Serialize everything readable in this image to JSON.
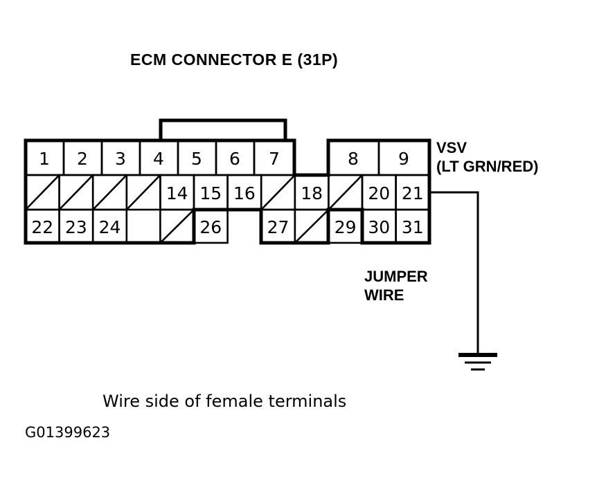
{
  "figure": {
    "title": "ECM CONNECTOR E (31P)",
    "caption": "Wire side of female terminals",
    "figure_id": "G01399623",
    "colors": {
      "line": "#000000",
      "background": "#ffffff"
    }
  },
  "labels": {
    "vsv_name": "VSV",
    "vsv_wire_color": "(LT GRN/RED)",
    "jumper_line1": "JUMPER",
    "jumper_line2": "WIRE"
  },
  "connector": {
    "name": "ECM CONNECTOR E",
    "pin_count_label": "31P",
    "rows": [
      {
        "row": 1,
        "cells": [
          {
            "label": "1",
            "blank": false
          },
          {
            "label": "2",
            "blank": false
          },
          {
            "label": "3",
            "blank": false
          },
          {
            "label": "4",
            "blank": false
          },
          {
            "label": "5",
            "blank": false
          },
          {
            "label": "6",
            "blank": false
          },
          {
            "label": "7",
            "blank": false
          },
          {
            "label": "",
            "blank": true,
            "notch": true
          },
          {
            "label": "8",
            "blank": false
          },
          {
            "label": "9",
            "blank": false
          }
        ]
      },
      {
        "row": 2,
        "cells": [
          {
            "label": "",
            "blank": true
          },
          {
            "label": "",
            "blank": true
          },
          {
            "label": "",
            "blank": true
          },
          {
            "label": "",
            "blank": true
          },
          {
            "label": "14",
            "blank": false
          },
          {
            "label": "15",
            "blank": false
          },
          {
            "label": "16",
            "blank": false
          },
          {
            "label": "",
            "blank": true
          },
          {
            "label": "18",
            "blank": false
          },
          {
            "label": "",
            "blank": true
          },
          {
            "label": "20",
            "blank": false
          },
          {
            "label": "21",
            "blank": false
          }
        ]
      },
      {
        "row": 3,
        "cells": [
          {
            "label": "22",
            "blank": false
          },
          {
            "label": "23",
            "blank": false
          },
          {
            "label": "24",
            "blank": false
          },
          {
            "label": "",
            "blank": true,
            "notch": true
          },
          {
            "label": "",
            "blank": true
          },
          {
            "label": "26",
            "blank": false
          },
          {
            "label": "",
            "blank": true,
            "notch": true
          },
          {
            "label": "27",
            "blank": false
          },
          {
            "label": "",
            "blank": true
          },
          {
            "label": "29",
            "blank": false
          },
          {
            "label": "30",
            "blank": false
          },
          {
            "label": "31",
            "blank": false
          }
        ]
      }
    ]
  },
  "wire": {
    "origin_terminal": "21",
    "path_description": "from terminal 21 right then down to ground",
    "ground_symbol": "earth-ground"
  }
}
